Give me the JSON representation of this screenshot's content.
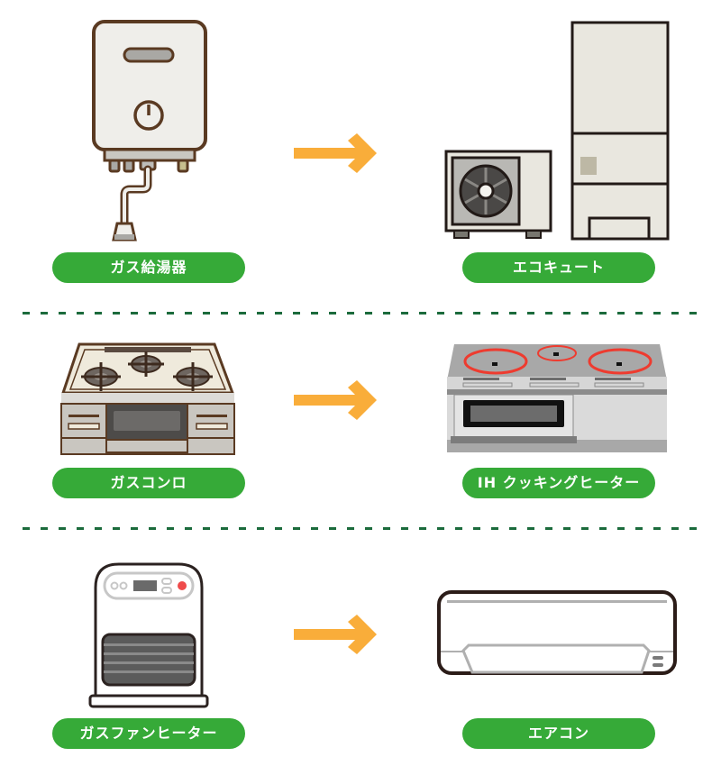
{
  "colors": {
    "label_bg": "#36aa38",
    "label_text": "#ffffff",
    "arrow": "#f9ad3a",
    "divider": "#1b6b3c",
    "outline_brown": "#5a3a22",
    "ih_ring": "#ee3b2f",
    "heater_button": "#ef4b4b"
  },
  "rows": [
    {
      "from": {
        "label": "ガス給湯器",
        "icon": "gas-water-heater-icon"
      },
      "arrow": "right-arrow-icon",
      "to": {
        "label": "エコキュート",
        "icon": "eco-cute-heat-pump-icon"
      }
    },
    {
      "from": {
        "label": "ガスコンロ",
        "icon": "gas-stove-icon"
      },
      "arrow": "right-arrow-icon",
      "to": {
        "label": "IH クッキングヒーター",
        "icon": "ih-cooking-heater-icon"
      }
    },
    {
      "from": {
        "label": "ガスファンヒーター",
        "icon": "gas-fan-heater-icon"
      },
      "arrow": "right-arrow-icon",
      "to": {
        "label": "エアコン",
        "icon": "air-conditioner-icon"
      }
    }
  ]
}
